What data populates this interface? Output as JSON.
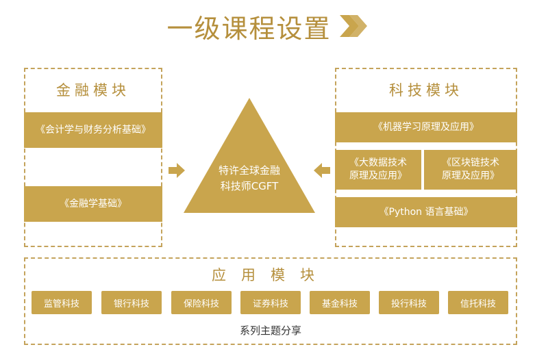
{
  "title": "一级课程设置",
  "finance_module": {
    "title": "金融模块",
    "courses": [
      "《会计学与财务分析基础》",
      "《金融学基础》"
    ]
  },
  "tech_module": {
    "title": "科技模块",
    "courses": {
      "ml": "《机器学习原理及应用》",
      "big_data_line1": "《大数据技术",
      "big_data_line2": "原理及应用》",
      "blockchain_line1": "《区块链技术",
      "blockchain_line2": "原理及应用》",
      "python": "《Python 语言基础》"
    }
  },
  "center": {
    "line1": "特许全球金融",
    "line2": "科技师CGFT"
  },
  "application_module": {
    "title": "应用模块",
    "tags": [
      "监管科技",
      "银行科技",
      "保险科技",
      "证券科技",
      "基金科技",
      "投行科技",
      "信托科技"
    ],
    "footer": "系列主题分享"
  },
  "colors": {
    "gold": "#c9a54d",
    "gold_text": "#b58f3c",
    "border": "#c4a35b"
  },
  "icons": [
    "double-chevron-right-icon",
    "arrow-right-icon",
    "arrow-left-icon"
  ]
}
